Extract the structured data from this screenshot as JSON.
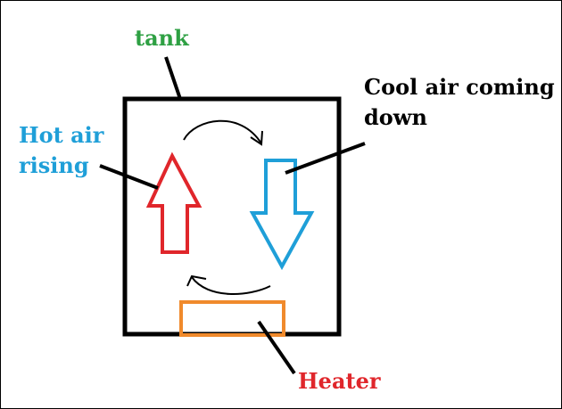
{
  "labels": {
    "tank": "tank",
    "hot_air_line1": "Hot air",
    "hot_air_line2": "rising",
    "cool_air_line1": "Cool air coming",
    "cool_air_line2": "down",
    "heater": "Heater"
  },
  "colors": {
    "tank_label": "#2ea043",
    "hot_air": "#1f9fd8",
    "cool_air": "#000000",
    "heater_label": "#e0262b",
    "hot_arrow": "#e0262b",
    "cool_arrow": "#1f9fd8",
    "heater_box": "#f08a2c",
    "outline": "#000000"
  },
  "icons": {
    "up_arrow": "red-up-arrow-icon",
    "down_arrow": "blue-down-arrow-icon",
    "circulation_top": "curved-arrow-right-icon",
    "circulation_bottom": "curved-arrow-left-icon"
  }
}
